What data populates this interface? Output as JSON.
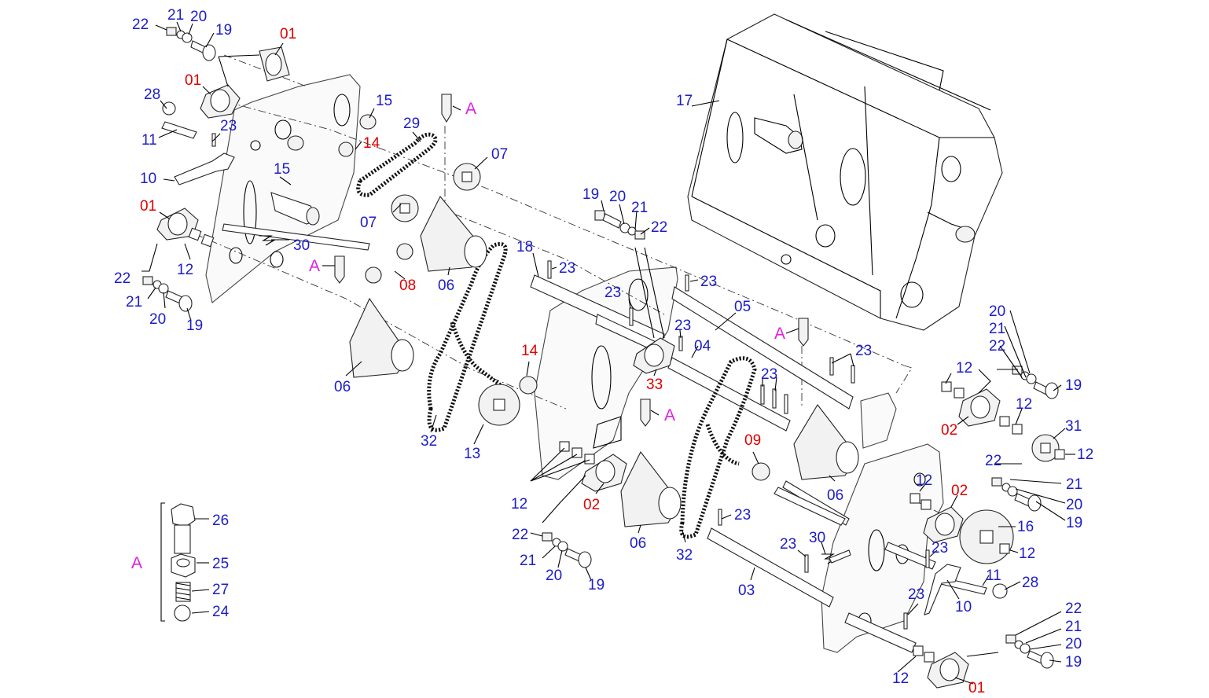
{
  "colors": {
    "label_blue": "#1c1cc8",
    "label_red": "#e00000",
    "label_magenta": "#e020e0",
    "line": "#000000"
  },
  "labels": {
    "l01": "22",
    "l02": "21",
    "l03": "20",
    "l04": "19",
    "l05": "01",
    "l06": "01",
    "l07": "28",
    "l08": "11",
    "l09": "23",
    "l10": "10",
    "l11": "15",
    "l12": "14",
    "l13": "29",
    "l14": "A",
    "l15": "07",
    "l16": "15",
    "l17": "07",
    "l18": "01",
    "l19": "12",
    "l20": "30",
    "l21": "22",
    "l22": "21",
    "l23": "20",
    "l24": "19",
    "l25": "A",
    "l26": "08",
    "l27": "06",
    "l28": "06",
    "l29": "14",
    "l30": "32",
    "l31": "13",
    "l32": "17",
    "l33": "19",
    "l34": "20",
    "l35": "21",
    "l36": "22",
    "l37": "18",
    "l38": "23",
    "l39": "23",
    "l40": "23",
    "l41": "05",
    "l42": "23",
    "l43": "04",
    "l44": "33",
    "l45": "A",
    "l46": "A",
    "l47": "23",
    "l48": "23",
    "l49": "12",
    "l50": "02",
    "l51": "06",
    "l52": "22",
    "l53": "21",
    "l54": "20",
    "l55": "19",
    "l56": "32",
    "l57": "23",
    "l58": "09",
    "l59": "06",
    "l60": "03",
    "l61": "23",
    "l62": "30",
    "l63": "20",
    "l64": "21",
    "l65": "22",
    "l66": "19",
    "l67": "12",
    "l68": "02",
    "l69": "12",
    "l70": "31",
    "l71": "12",
    "l72": "12",
    "l73": "02",
    "l74": "22",
    "l75": "21",
    "l76": "20",
    "l77": "19",
    "l78": "16",
    "l79": "12",
    "l80": "23",
    "l81": "11",
    "l82": "28",
    "l83": "10",
    "l84": "23",
    "l85": "22",
    "l86": "21",
    "l87": "20",
    "l88": "19",
    "l89": "12",
    "l90": "01"
  },
  "legend": {
    "title": "A",
    "items": [
      "26",
      "25",
      "27",
      "24"
    ]
  }
}
